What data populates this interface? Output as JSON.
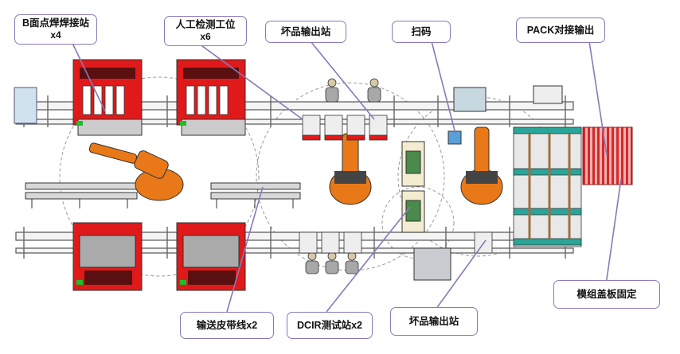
{
  "labels": {
    "b_welding": {
      "text": "B面点焊焊接站",
      "count": "x4"
    },
    "manual_inspection": {
      "text": "人工检测工位",
      "count": "x6"
    },
    "reject_top": {
      "text": "坏品输出站"
    },
    "scan": {
      "text": "扫码"
    },
    "pack_output": {
      "text": "PACK对接输出"
    },
    "module_cover": {
      "text": "模组盖板固定"
    },
    "conveyor": {
      "text": "输送皮带线x2"
    },
    "dcir": {
      "text": "DCIR测试站x2"
    },
    "reject_bottom": {
      "text": "坏品输出站"
    }
  },
  "colors": {
    "frame_red": "#e01a1a",
    "robot_orange": "#e87818",
    "callout_border": "#8a78b8",
    "teal_rack": "#2aa59a",
    "pack_red": "#e03a3a"
  }
}
